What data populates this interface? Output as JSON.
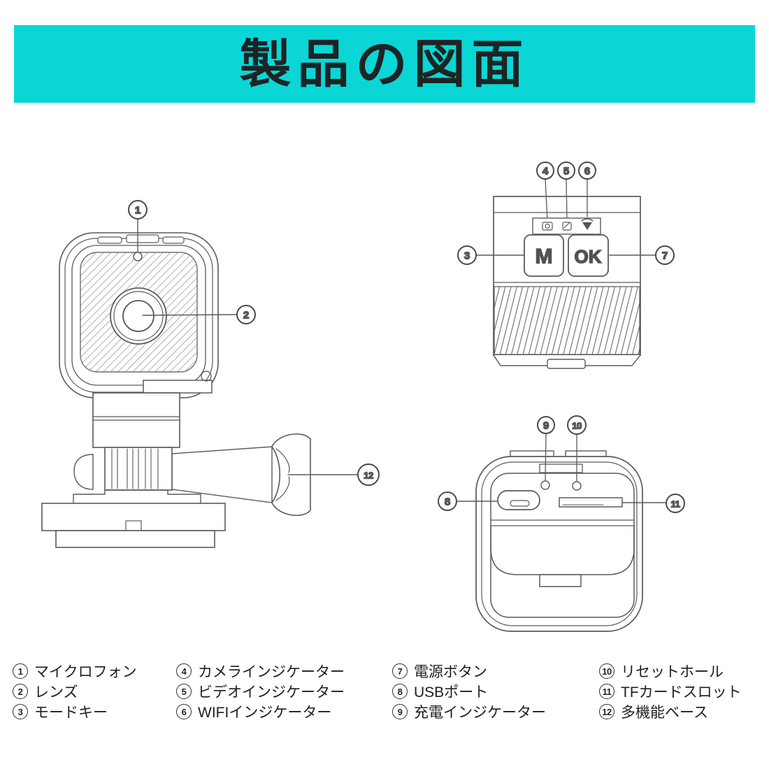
{
  "header": {
    "title": "製品の図面"
  },
  "colors": {
    "banner_bg": "#0bd6d6",
    "title_text": "#1c2424",
    "line": "#5a5a5a"
  },
  "callouts": {
    "n1": "1",
    "n2": "2",
    "n3": "3",
    "n4": "4",
    "n5": "5",
    "n6": "6",
    "n7": "7",
    "n8": "8",
    "n9": "9",
    "n10": "10",
    "n11": "11",
    "n12": "12"
  },
  "top_view": {
    "mode_button_label": "M",
    "ok_button_label": "OK",
    "indicator_icons": [
      "camera-indicator-icon",
      "video-indicator-icon",
      "wifi-indicator-icon"
    ]
  },
  "legend": {
    "items": [
      {
        "num": "1",
        "label": "マイクロフォン"
      },
      {
        "num": "2",
        "label": "レンズ"
      },
      {
        "num": "3",
        "label": "モードキー"
      },
      {
        "num": "4",
        "label": "カメラインジケーター"
      },
      {
        "num": "5",
        "label": "ビデオインジケーター"
      },
      {
        "num": "6",
        "label": "WIFIインジケーター"
      },
      {
        "num": "7",
        "label": "電源ボタン"
      },
      {
        "num": "8",
        "label": "USBポート"
      },
      {
        "num": "9",
        "label": "充電インジケーター"
      },
      {
        "num": "10",
        "label": "リセットホール"
      },
      {
        "num": "11",
        "label": "TFカードスロット"
      },
      {
        "num": "12",
        "label": "多機能ベース"
      }
    ]
  }
}
